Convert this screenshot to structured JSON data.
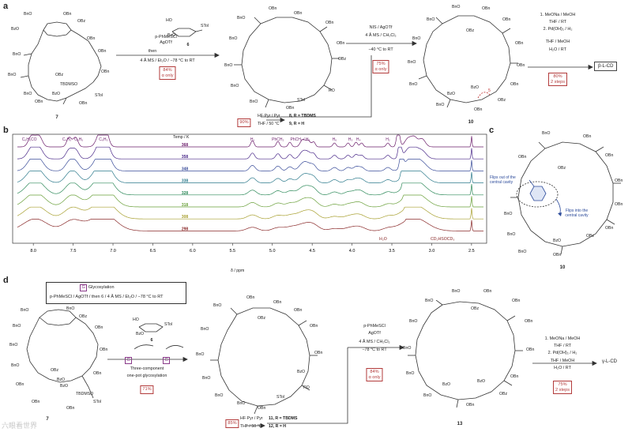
{
  "panels": {
    "a": "a",
    "b": "b",
    "c": "c",
    "d": "d"
  },
  "a": {
    "cmpd7": "7",
    "step1": {
      "reagent1": "p-PhMeSCl",
      "reagent2": "AgOTf",
      "then": "then",
      "donor": "6",
      "cond": "4 Å MS / Et₂O / −78 °C to RT",
      "yield": "84%",
      "sel": "α only"
    },
    "donor_labels": {
      "ho": "HO",
      "bzo": "BzO",
      "stol": "STol"
    },
    "step2": {
      "line1": "NIS / AgOTf",
      "line2": "4 Å MS / CH₂Cl₂",
      "line3": "−40 °C to RT",
      "yield": "75%",
      "sel": "α only"
    },
    "deprot": {
      "yield": "90%",
      "line1": "HF·Pyr / Pyr",
      "line2": "THF / 50 °C",
      "c8": "8, R = TBDMS",
      "c9": "9, R = H"
    },
    "cmpd10": "10",
    "ring_label": "5",
    "step3": {
      "line1": "1. MeONa / MeOH",
      "line2": "THF / RT",
      "line3": "2. Pd(OH)₂ / H₂",
      "line4": "THF / MeOH",
      "line5": "H₂O / RT",
      "yield": "80%",
      "steps": "2 steps"
    },
    "product": "β-L-CD",
    "sm_labels": {
      "tbdmso": "TBDMSO",
      "stol": "STol"
    },
    "int_labels": {
      "ro": "RO",
      "stol": "STol"
    }
  },
  "b": {
    "peaks": [
      "C₆H₅CO",
      "C₆H₅",
      "C₆H₅",
      "C₆H₅",
      "H₁",
      "PhCH₂",
      "PhCH₂ / H₅",
      "H₆",
      "H₃",
      "H₄",
      "H₂"
    ],
    "temp_header": "Temp / K",
    "temps": [
      "368",
      "358",
      "348",
      "338",
      "328",
      "318",
      "308",
      "298"
    ],
    "colors": [
      "#6b1d6b",
      "#4b2a8a",
      "#3a4d9a",
      "#2c7a8c",
      "#2e8a5a",
      "#6aa03a",
      "#a8a030",
      "#8a2a2a"
    ],
    "h2o": "H₂O",
    "solvent": "CD₂HSOCD₃",
    "xlabel": "δ / ppm",
    "xticks": [
      "8.0",
      "7.5",
      "7.0",
      "6.5",
      "6.0",
      "5.5",
      "5.0",
      "4.5",
      "4.0",
      "3.5",
      "3.0",
      "2.5"
    ]
  },
  "c": {
    "flip_out": "Flips out of the central cavity",
    "flip_in": "Flips into the central cavity",
    "cmpd": "10"
  },
  "d": {
    "legend_g": "G",
    "legend_text": "Glycosylation",
    "legend_cond": "p-PhMeSCl / AgOTf / then 6 / 4 Å MS / Et₂O / −78 °C to RT",
    "donor": "6",
    "g1": "G",
    "g2": "G",
    "onepot1": "Three-component",
    "onepot2": "one-pot glycosylation",
    "yield1": "71%",
    "deprot": {
      "yield": "85%",
      "line1": "HF·Pyr / Pyr",
      "line2": "THF / 50 °C",
      "c11": "11, R = TBDMS",
      "c12": "12, R = H"
    },
    "step2": {
      "line1": "p-PhMeSCl",
      "line2": "AgOTf",
      "line3": "4 Å MS / CH₂Cl₂",
      "line4": "−78 °C to RT",
      "yield": "84%",
      "sel": "α only"
    },
    "cmpd13": "13",
    "step3": {
      "line1": "1. MeONa / MeOH",
      "line2": "THF / RT",
      "line3": "2. Pd(OH)₂ / H₂",
      "line4": "THF / MeOH",
      "line5": "H₂O / RT",
      "yield": "75%",
      "steps": "2 steps"
    },
    "product": "γ-L-CD",
    "cmpd7": "7",
    "watermark": "六眼看世界"
  },
  "mol": {
    "obn": "OBn",
    "bno": "BnO",
    "obz": "OBz",
    "bzo": "BzO"
  }
}
